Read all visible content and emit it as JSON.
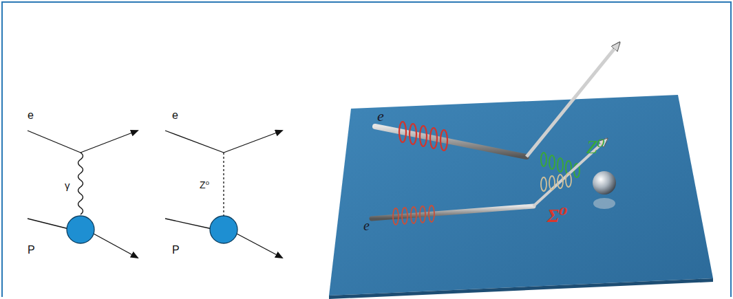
{
  "diagram": {
    "labels": [
      "e",
      "γ",
      "P",
      "e",
      "Z⁰",
      "P",
      "e",
      "Z⁰",
      "Σ⁰",
      "e"
    ]
  }
}
